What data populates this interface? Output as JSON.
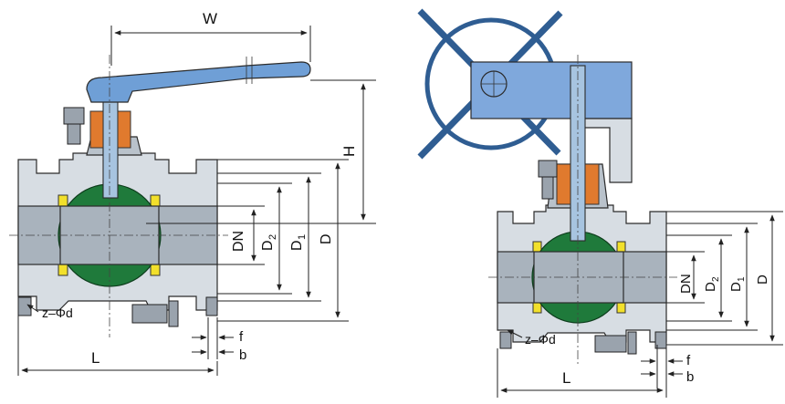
{
  "left_view": {
    "labels": {
      "W": "W",
      "H": "H",
      "DN": "DN",
      "D2": "D",
      "D2_sub": "2",
      "D1": "D",
      "D1_sub": "1",
      "D": "D",
      "L": "L",
      "f": "f",
      "b": "b",
      "z_phi_d": "z–Φd"
    }
  },
  "right_view": {
    "labels": {
      "DN": "DN",
      "D2": "D",
      "D2_sub": "2",
      "D1": "D",
      "D1_sub": "1",
      "D": "D",
      "L": "L",
      "f": "f",
      "b": "b",
      "z_phi_d": "z–Φd"
    }
  },
  "colors": {
    "ball": "#1f7a3b",
    "seat": "#f2e02b",
    "packing": "#e07a2e",
    "handle": "#6f9fd6",
    "body": "#d7dde3",
    "wheel": "#2f5d92"
  }
}
